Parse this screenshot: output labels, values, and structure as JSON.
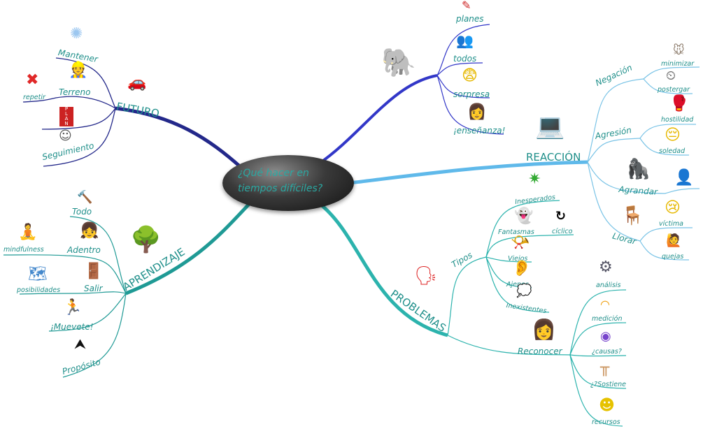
{
  "center": {
    "line1": "¿Qué hacer en",
    "line2": "tiempos difíciles?"
  },
  "colors": {
    "futuro": "#23288a",
    "top": "#3237c8",
    "reaccion": "#5fb9ea",
    "problemas": "#2cb3ad",
    "aprendizaje": "#1f9a95",
    "text": "#1f8f8a"
  },
  "futuro": {
    "label": "FUTURO",
    "icon": "car-icon",
    "children": [
      {
        "label": "Mantener",
        "icon": "sparkle-icon"
      },
      {
        "label": "Terreno",
        "icon": "worker-icon",
        "children": [
          {
            "label": "repetir",
            "icon": "red-x-icon"
          }
        ]
      },
      {
        "label": "",
        "icon": "plan-icon"
      },
      {
        "label": "Seguimiento",
        "icon": "challenge-accepted-icon"
      }
    ]
  },
  "top": {
    "icon": "elephant-icon",
    "children": [
      {
        "label": "planes",
        "icon": "plans-icon"
      },
      {
        "label": "todos",
        "icon": "people-icon"
      },
      {
        "label": "sorpresa",
        "icon": "surprised-face-icon"
      },
      {
        "label": "¡enseñanza!",
        "icon": "teacher-icon"
      }
    ]
  },
  "reaccion": {
    "label": "REACCIÓN",
    "icon": "stressed-woman-icon",
    "children": [
      {
        "label": "Negación",
        "children": [
          {
            "label": "minimizar",
            "icon": "mouse-icon"
          },
          {
            "label": "postergar",
            "icon": "clock-icon"
          }
        ]
      },
      {
        "label": "Agresión",
        "children": [
          {
            "label": "hostilidad",
            "icon": "boxing-glove-icon"
          },
          {
            "label": "soledad",
            "icon": "sad-face-icon"
          }
        ]
      },
      {
        "label": "Agrandar",
        "icon": "gorilla-icon",
        "children": [
          {
            "label": "",
            "icon": "head-icon"
          }
        ]
      },
      {
        "label": "Llorar",
        "icon": "chair-icon",
        "children": [
          {
            "label": "víctima",
            "icon": "crying-face-icon"
          },
          {
            "label": "quejas",
            "icon": "complaining-icon"
          }
        ]
      }
    ]
  },
  "problemas": {
    "label": "PROBLEMAS",
    "icon": "speaker-icon",
    "children": [
      {
        "label": "Tipos",
        "children": [
          {
            "label": "Inesperados",
            "icon": "virus-icon"
          },
          {
            "label": "Fantasmas",
            "icon": "ghost-icon",
            "children": [
              {
                "label": "cíclico",
                "icon": "refresh-icon"
              }
            ]
          },
          {
            "label": "Viejos",
            "icon": "gramophone-icon"
          },
          {
            "label": "Ajenos",
            "icon": "ear-icon"
          },
          {
            "label": "Inexistentes",
            "icon": "thought-cloud-icon"
          }
        ]
      },
      {
        "label": "Reconocer",
        "icon": "thinking-woman-icon",
        "children": [
          {
            "label": "análisis",
            "icon": "analysis-icon"
          },
          {
            "label": "medición",
            "icon": "gauge-icon"
          },
          {
            "label": "¿causas?",
            "icon": "cause-icon"
          },
          {
            "label": "¿?Sostiene",
            "icon": "table-icon"
          },
          {
            "label": "recursos",
            "icon": "homer-icon"
          }
        ]
      }
    ]
  },
  "aprendizaje": {
    "label": "APRENDIZAJE",
    "icon": "tree-icon",
    "children": [
      {
        "label": "Todo",
        "icon": "gavel-icon"
      },
      {
        "label": "Adentro",
        "icon": "girl-icon",
        "children": [
          {
            "label": "mindfulness",
            "icon": "meditation-icon"
          }
        ]
      },
      {
        "label": "Salir",
        "icon": "door-icon",
        "children": [
          {
            "label": "posibilidades",
            "icon": "map-icon"
          }
        ]
      },
      {
        "label": "¡Muevete!",
        "icon": "running-icon"
      },
      {
        "label": "Propósito",
        "icon": "north-arrow-icon"
      }
    ]
  }
}
